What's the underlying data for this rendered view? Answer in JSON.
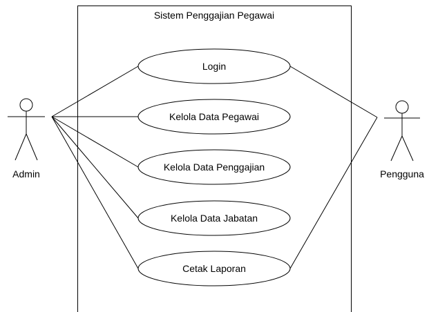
{
  "system": {
    "title": "Sistem Penggajian Pegawai"
  },
  "actors": {
    "admin": {
      "label": "Admin"
    },
    "pengguna": {
      "label": "Pengguna"
    }
  },
  "use_cases": [
    {
      "label": "Login"
    },
    {
      "label": "Kelola Data Pegawai"
    },
    {
      "label": "Kelola Data Penggajian"
    },
    {
      "label": "Kelola Data Jabatan"
    },
    {
      "label": "Cetak Laporan"
    }
  ],
  "associations": [
    {
      "actor": "Admin",
      "use_case": "Login"
    },
    {
      "actor": "Admin",
      "use_case": "Kelola Data Pegawai"
    },
    {
      "actor": "Admin",
      "use_case": "Kelola Data Penggajian"
    },
    {
      "actor": "Admin",
      "use_case": "Kelola Data Jabatan"
    },
    {
      "actor": "Admin",
      "use_case": "Cetak Laporan"
    },
    {
      "actor": "Pengguna",
      "use_case": "Login"
    },
    {
      "actor": "Pengguna",
      "use_case": "Cetak Laporan"
    }
  ],
  "colors": {
    "line": "#000000",
    "background": "#ffffff"
  }
}
